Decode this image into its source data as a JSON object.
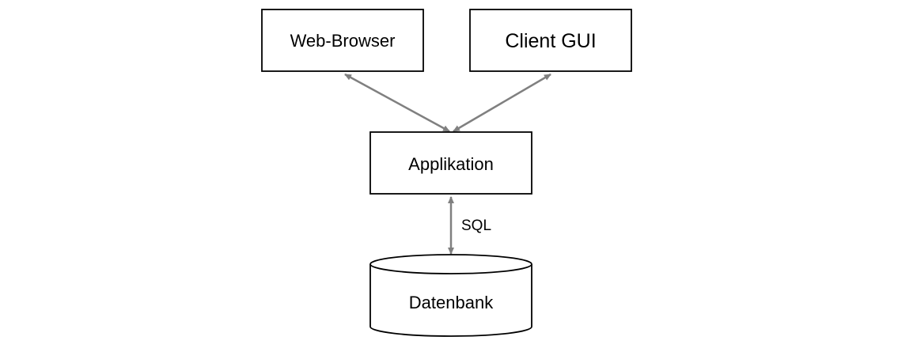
{
  "nodes": {
    "web_browser": {
      "label": "Web-Browser",
      "shape": "rectangle"
    },
    "client_gui": {
      "label": "Client GUI",
      "shape": "rectangle"
    },
    "applikation": {
      "label": "Applikation",
      "shape": "rectangle"
    },
    "datenbank": {
      "label": "Datenbank",
      "shape": "cylinder"
    }
  },
  "edges": [
    {
      "from": "web_browser",
      "to": "applikation",
      "direction": "bidirectional",
      "label": ""
    },
    {
      "from": "client_gui",
      "to": "applikation",
      "direction": "bidirectional",
      "label": ""
    },
    {
      "from": "applikation",
      "to": "datenbank",
      "direction": "bidirectional",
      "label": "SQL"
    }
  ],
  "colors": {
    "box_stroke": "#000000",
    "box_fill": "#ffffff",
    "arrow": "#808080",
    "text": "#000000"
  }
}
